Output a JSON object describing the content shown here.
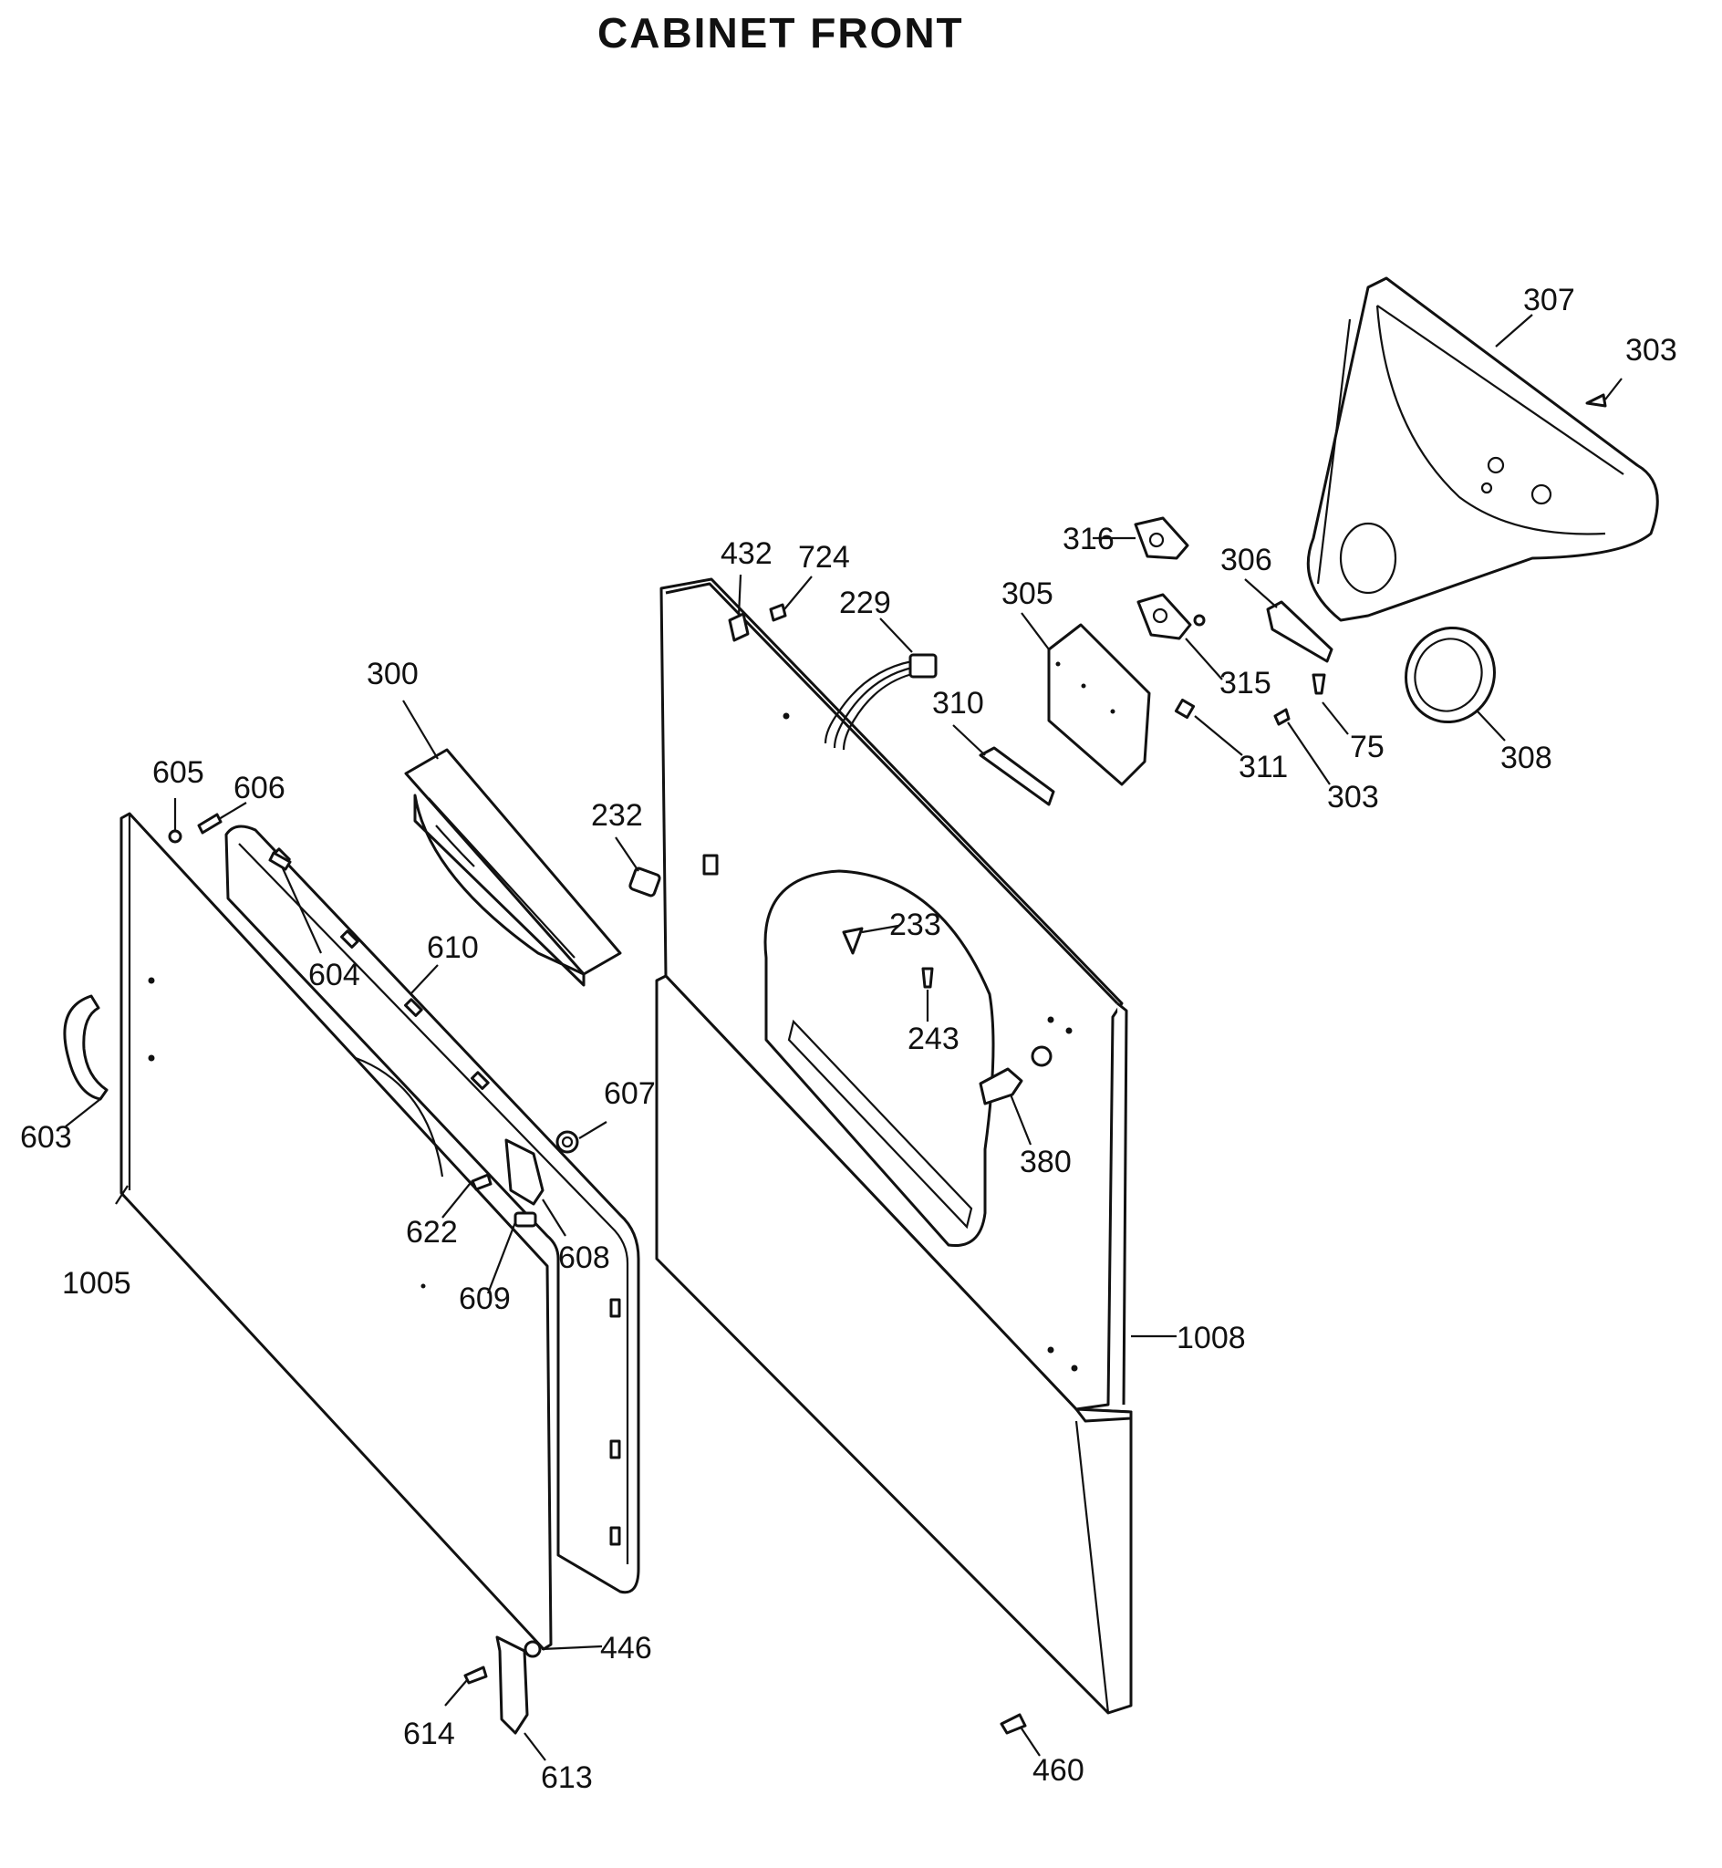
{
  "title": "CABINET FRONT",
  "callouts": {
    "c1005": "1005",
    "c603": "603",
    "c605": "605",
    "c606": "606",
    "c604": "604",
    "c610": "610",
    "c300": "300",
    "c232": "232",
    "c607": "607",
    "c622": "622",
    "c608": "608",
    "c609": "609",
    "c446": "446",
    "c614": "614",
    "c613": "613",
    "c432": "432",
    "c724": "724",
    "c229": "229",
    "c233": "233",
    "c243": "243",
    "c380": "380",
    "c1008": "1008",
    "c460": "460",
    "c305": "305",
    "c310": "310",
    "c316": "316",
    "c315": "315",
    "c311": "311",
    "c306": "306",
    "c75": "75",
    "c303a": "303",
    "c303b": "303",
    "c307": "307",
    "c308": "308"
  }
}
